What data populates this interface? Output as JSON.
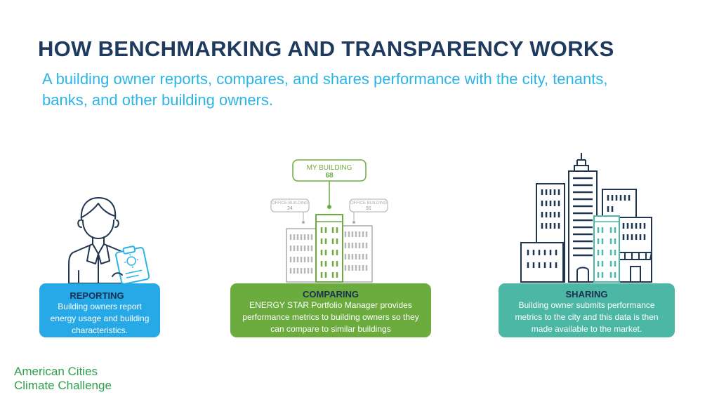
{
  "header": {
    "title": "HOW BENCHMARKING AND TRANSPARENCY WORKS",
    "subtitle": "A building owner reports, compares, and shares performance with the city, tenants, banks, and other building owners."
  },
  "comparing_illustration": {
    "my_building": {
      "label": "MY BUILDING",
      "score": "68"
    },
    "office_left": {
      "label": "OFFICE BUILDING",
      "score": "24"
    },
    "office_right": {
      "label": "OFFICE BUILDING",
      "score": "91"
    }
  },
  "cards": {
    "reporting": {
      "title": "REPORTING",
      "body": "Building owners report energy usage and building characteristics."
    },
    "comparing": {
      "title": "COMPARING",
      "body": "ENERGY STAR Portfolio Manager provides performance metrics to building owners so they can compare to similar buildings"
    },
    "sharing": {
      "title": "SHARING",
      "body": "Building owner submits performance metrics to the city and this data is then made available to the market."
    }
  },
  "logo": {
    "line1": "American Cities",
    "line2": "Climate Challenge"
  },
  "colors": {
    "title": "#1f3a5f",
    "subtitle": "#2bb4e8",
    "reporting": "#26a9e6",
    "comparing": "#6cab3d",
    "sharing": "#4db7a5",
    "navy_line": "#1f3550",
    "gray_line": "#a9adb2",
    "logo": "#2e9f4a"
  }
}
